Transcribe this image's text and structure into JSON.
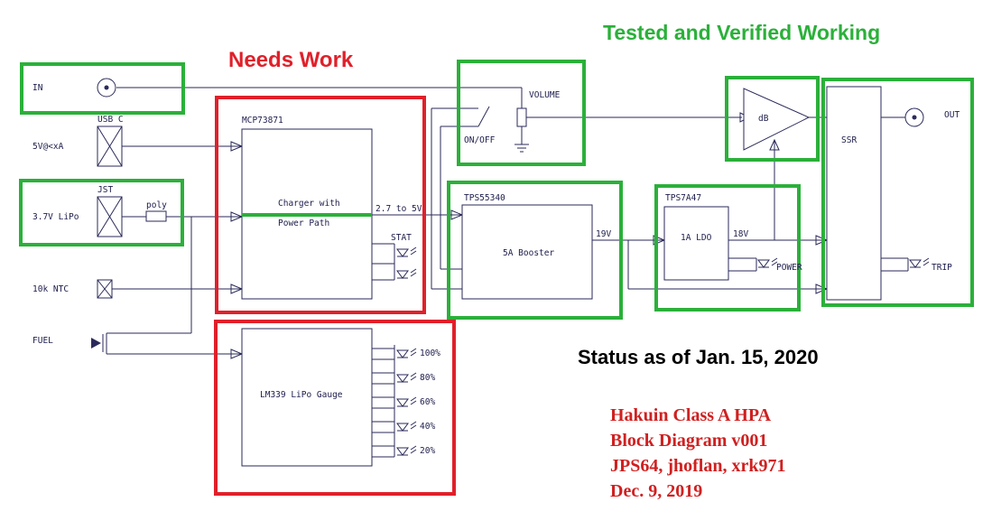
{
  "headings": {
    "needs_work": "Needs Work",
    "tested": "Tested and Verified Working",
    "status": "Status as of Jan. 15, 2020"
  },
  "credits": {
    "line1": "Hakuin Class A HPA",
    "line2": "Block Diagram v001",
    "line3": "JPS64, jhoflan, xrk971",
    "line4": "Dec. 9, 2019"
  },
  "inputs": {
    "in": "IN",
    "usb_c": "USB C",
    "five_v": "5V@<xA",
    "jst": "JST",
    "lipo": "3.7V LiPo",
    "poly": "poly",
    "ntc": "10k NTC",
    "fuel": "FUEL"
  },
  "blocks": {
    "mcp": "MCP73871",
    "charger_l1": "Charger with",
    "charger_l2": "Power Path",
    "range": "2.7 to 5V",
    "stat": "STAT",
    "tps55340": "TPS55340",
    "booster": "5A Booster",
    "v19": "19V",
    "tps7a47": "TPS7A47",
    "ldo": "1A LDO",
    "v18": "18V",
    "power": "POWER",
    "volume": "VOLUME",
    "onoff": "ON/OFF",
    "db": "dB",
    "ssr": "SSR",
    "out": "OUT",
    "trip": "TRIP",
    "gauge": "LM339 LiPo Gauge"
  },
  "gauge_levels": [
    "100%",
    "80%",
    "60%",
    "40%",
    "20%"
  ],
  "colors": {
    "ok": "#2bb03a",
    "needs_work": "#e0202a",
    "wire": "#2a2a5a"
  }
}
